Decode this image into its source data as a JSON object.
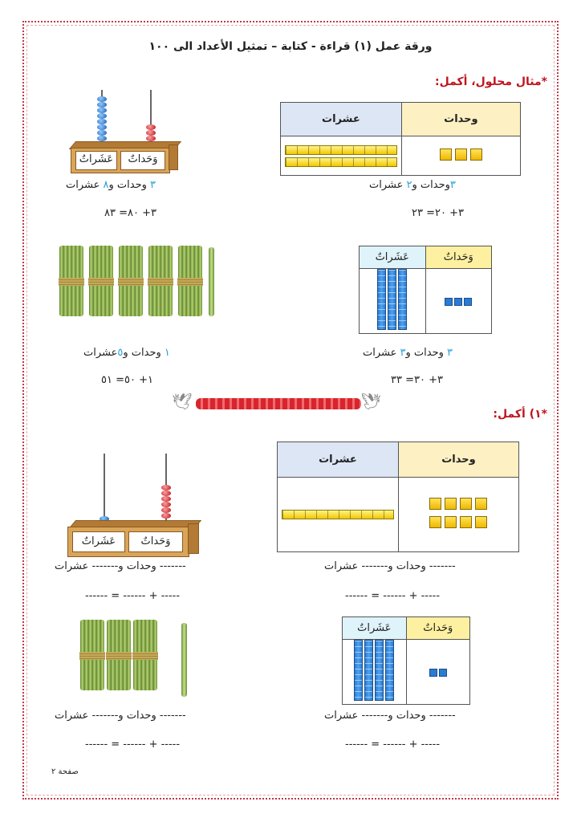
{
  "title": "ورقة عمل (١) قراءة - كتابة – تمثيل الأعداد الى ١٠٠",
  "example_heading": "*مثال محلول، أكمل:",
  "exercise_heading": "*١) أكمل:",
  "table_headers": {
    "tens": "عشرات",
    "ones": "وحدات"
  },
  "card_labels": {
    "tens": "عَشَراتٌ",
    "ones": "وَحَداتٌ"
  },
  "example": {
    "table_text": {
      "label": "٣وحدات و٢ عشرات",
      "ones_num": "٣",
      "tens_num": "٢",
      "equation": "٣+ ٢٠= ٢٣"
    },
    "abacus": {
      "label": "٣ وحدات و٨ عشرات",
      "ones_num": "٣",
      "tens_num": "٨",
      "equation": "٣+ ٨٠= ٨٣"
    },
    "blocks": {
      "label": "٣ وحدات و٣ عشرات",
      "ones_num": "٣",
      "tens_num": "٣",
      "equation": "٣+ ٣٠= ٣٣"
    },
    "sticks": {
      "label": "١ وحدات و٥عشرات",
      "ones_num": "١",
      "tens_num": "٥",
      "equation": "١+ ٥٠= ٥١"
    }
  },
  "exercise": {
    "blank_label": "------- وحدات و------- عشرات",
    "blank_equation": "----- + ------ = ------"
  },
  "footer": "صفحة ٢"
}
